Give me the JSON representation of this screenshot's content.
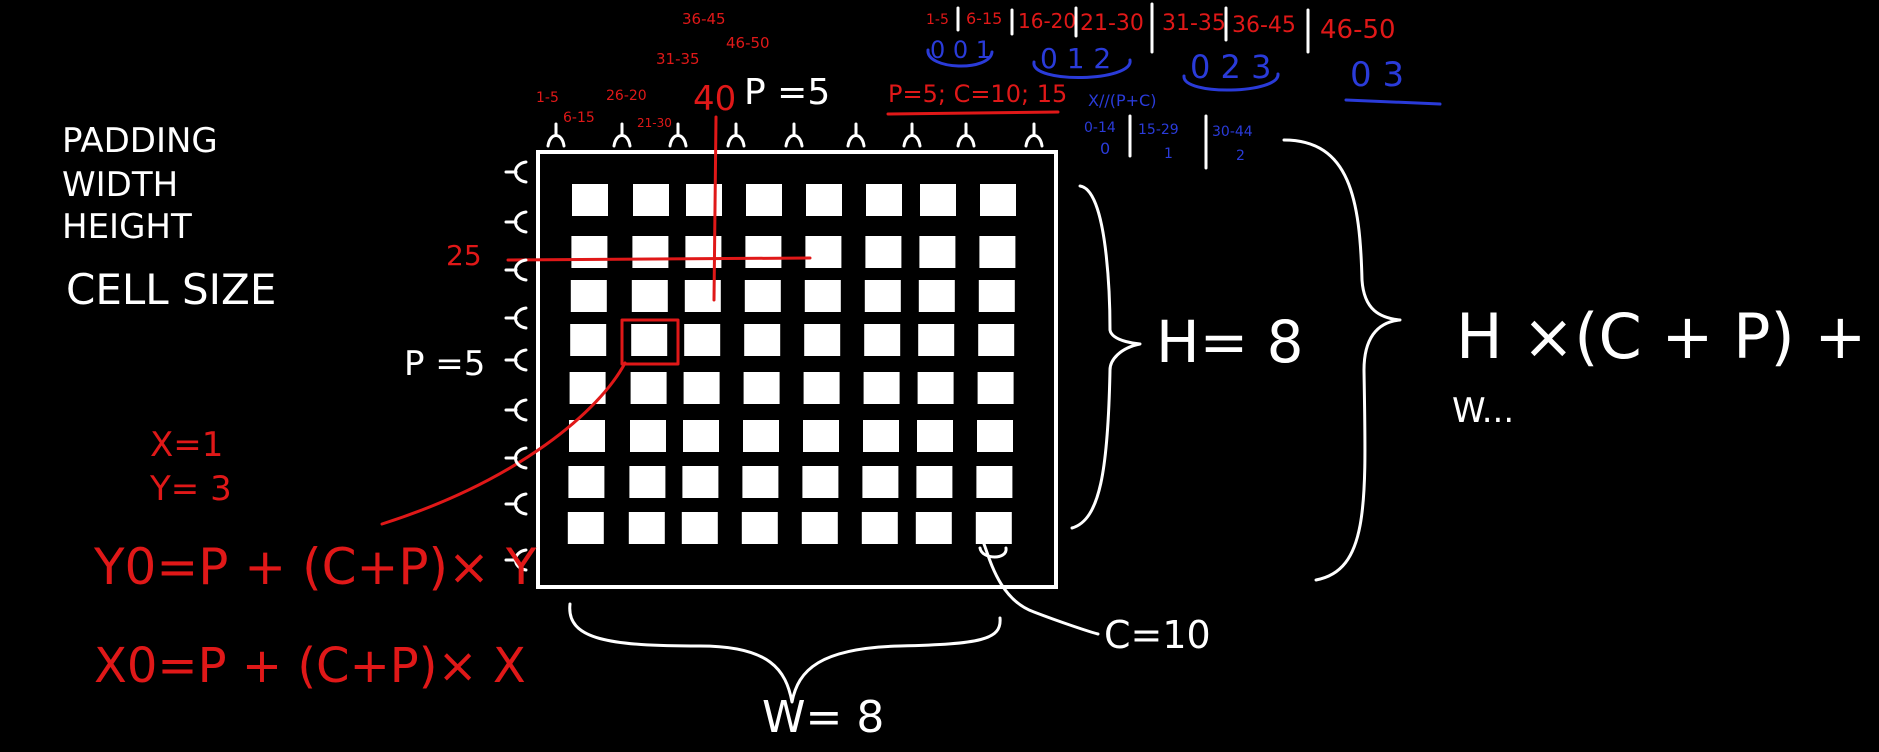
{
  "legend": {
    "items": [
      "PADDING",
      "WIDTH",
      "HEIGHT",
      "CELL SIZE"
    ]
  },
  "grid": {
    "cols": 8,
    "rows": 8,
    "highlight_col": 1,
    "highlight_row": 3
  },
  "labels": {
    "padding_top": "P =5",
    "padding_left": "P =5",
    "cell_40": "40",
    "params": "P=5; C=10; 15",
    "h_eq": "H= 8",
    "w_eq": "W= 8",
    "c_eq": "C=10",
    "formula": "H ×(C + P) + P",
    "w_dots": "W...",
    "mark_25": "25",
    "x_eq": "X=1",
    "y_eq": "Y= 3",
    "y0_formula": "Y0=P + (C+P)× Y",
    "x0_formula": "X0=P + (C+P)× X",
    "div_hint": "X//(P+C)"
  },
  "top_ranges_red": [
    "1-5",
    "6-15",
    "16-20",
    "21-30",
    "26-20",
    "31-35",
    "36-45",
    "46-50"
  ],
  "top_ranges_red_left": [
    "1-5",
    "6-15",
    "26-20",
    "21-30",
    "31-35",
    "36-45",
    "46-50"
  ],
  "right_ranges_red": [
    "1-5",
    "6-15",
    "16-20",
    "21-30",
    "31-35",
    "36-45",
    "46-50"
  ],
  "right_blue_groups": [
    "0 0 1",
    "0 1 2",
    "0 2 3",
    "0 3"
  ],
  "blue_ranges": [
    "0-14",
    "15-29",
    "30-44"
  ],
  "blue_values": [
    "0",
    "1",
    "2"
  ],
  "colors": {
    "background": "#000000",
    "chalk": "#ffffff",
    "red": "#e01818",
    "blue": "#2a3bd9"
  }
}
